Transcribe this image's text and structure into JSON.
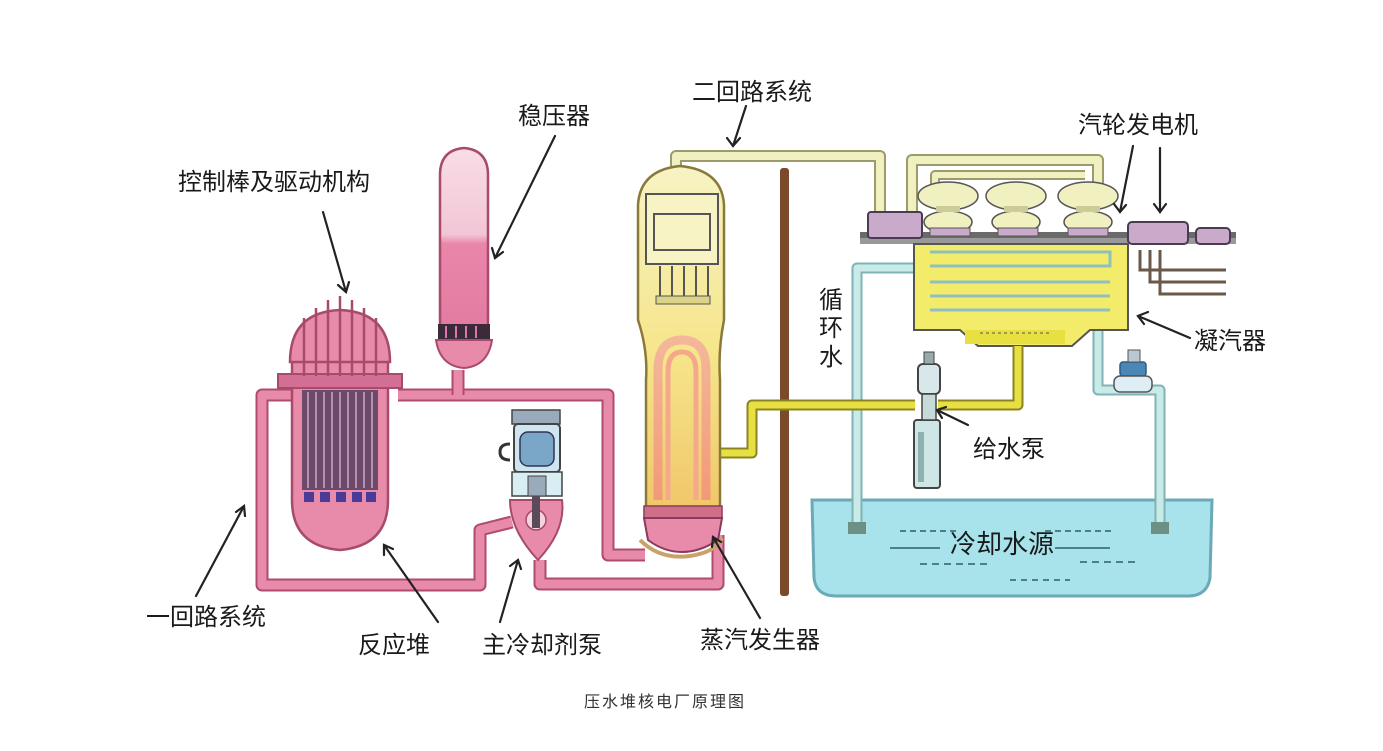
{
  "labels": {
    "secondary_loop": "二回路系统",
    "pressurizer": "稳压器",
    "control_rods": "控制棒及驱动机构",
    "turbine_generator": "汽轮发电机",
    "circulating_water": "循环水",
    "condenser": "凝汽器",
    "feed_pump": "给水泵",
    "cooling_source": "冷却水源",
    "primary_loop": "一回路系统",
    "reactor": "反应堆",
    "main_coolant_pump": "主冷却剂泵",
    "steam_generator": "蒸汽发生器"
  },
  "caption": "压水堆核电厂原理图",
  "colors": {
    "primary_pipe": "#e27a9d",
    "primary_fill": "#f2b8cc",
    "steam_pipe": "#eeeeb0",
    "feedwater_pipe": "#e8e040",
    "cooling_pipe": "#bfe4e2",
    "cooling_water": "#a8e3ec",
    "turbine": "#c9aacb",
    "wall": "#7a4a2a"
  }
}
